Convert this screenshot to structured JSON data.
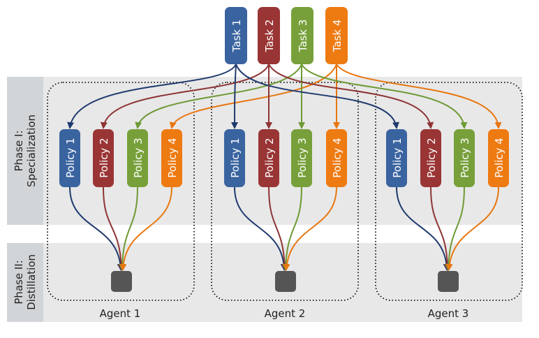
{
  "phases": [
    {
      "label_line1": "Phase I:",
      "label_line2": "Specialization"
    },
    {
      "label_line1": "Phase II:",
      "label_line2": "Distillation"
    }
  ],
  "tasks": [
    {
      "label": "Task 1",
      "color": "#3a64a0"
    },
    {
      "label": "Task 2",
      "color": "#9a3535"
    },
    {
      "label": "Task 3",
      "color": "#77a03a"
    },
    {
      "label": "Task 4",
      "color": "#ee7a12"
    }
  ],
  "agents": [
    {
      "label": "Agent 1",
      "policies": [
        "Policy 1",
        "Policy 2",
        "Policy 3",
        "Policy 4"
      ]
    },
    {
      "label": "Agent 2",
      "policies": [
        "Policy 1",
        "Policy 2",
        "Policy 3",
        "Policy 4"
      ]
    },
    {
      "label": "Agent 3",
      "policies": [
        "Policy 1",
        "Policy 2",
        "Policy 3",
        "Policy 4"
      ]
    }
  ],
  "line_colors": [
    "#1f3a6e",
    "#8e3434",
    "#6e9a35",
    "#e8760f"
  ],
  "distilled_node_color": "#555555"
}
